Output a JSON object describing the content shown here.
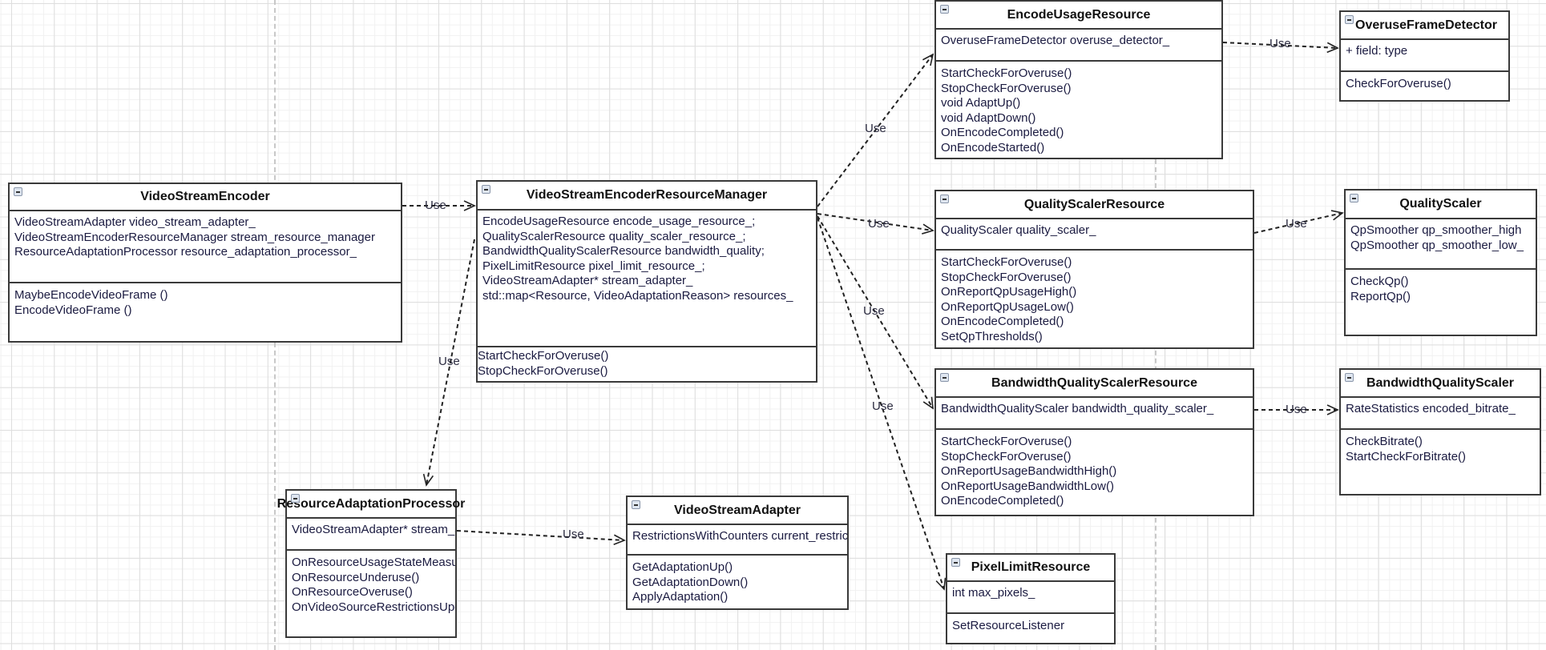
{
  "relation_label": "Use",
  "classes": {
    "video_stream_encoder": {
      "name": "VideoStreamEncoder",
      "attributes": [
        "VideoStreamAdapter  video_stream_adapter_",
        "VideoStreamEncoderResourceManager stream_resource_manager",
        "ResourceAdaptationProcessor  resource_adaptation_processor_"
      ],
      "operations": [
        "MaybeEncodeVideoFrame  ()",
        "EncodeVideoFrame  ()"
      ]
    },
    "resource_manager": {
      "name": "VideoStreamEncoderResourceManager",
      "attributes": [
        "EncodeUsageResource encode_usage_resource_;",
        " QualityScalerResource quality_scaler_resource_;",
        " BandwidthQualityScalerResource bandwidth_quality;",
        "PixelLimitResource pixel_limit_resource_;",
        "VideoStreamAdapter* stream_adapter_",
        "std::map<Resource,  VideoAdaptationReason> resources_"
      ],
      "operations": [
        "StartCheckForOveruse()",
        "StopCheckForOveruse()"
      ]
    },
    "encode_usage_resource": {
      "name": "EncodeUsageResource",
      "attributes": [
        "OveruseFrameDetector  overuse_detector_"
      ],
      "operations": [
        "StartCheckForOveruse()",
        "StopCheckForOveruse()",
        "  void AdaptUp()",
        "  void AdaptDown()",
        "OnEncodeCompleted()",
        "OnEncodeStarted()"
      ]
    },
    "overuse_frame_detector": {
      "name": "OveruseFrameDetector",
      "attributes": [
        "+ field: type"
      ],
      "operations": [
        "CheckForOveruse()"
      ]
    },
    "quality_scaler_resource": {
      "name": "QualityScalerResource",
      "attributes": [
        "QualityScaler  quality_scaler_"
      ],
      "operations": [
        "StartCheckForOveruse()",
        "StopCheckForOveruse()",
        "OnReportQpUsageHigh()",
        "OnReportQpUsageLow()",
        "OnEncodeCompleted()",
        "SetQpThresholds()"
      ]
    },
    "quality_scaler": {
      "name": "QualityScaler",
      "attributes": [
        "QpSmoother qp_smoother_high",
        "QpSmoother qp_smoother_low_"
      ],
      "operations": [
        "CheckQp()",
        "ReportQp()"
      ]
    },
    "bandwidth_quality_scaler_resource": {
      "name": "BandwidthQualityScalerResource",
      "attributes": [
        "BandwidthQualityScaler bandwidth_quality_scaler_"
      ],
      "operations": [
        "StartCheckForOveruse()",
        "StopCheckForOveruse()",
        "OnReportUsageBandwidthHigh()",
        "OnReportUsageBandwidthLow()",
        "OnEncodeCompleted()"
      ]
    },
    "bandwidth_quality_scaler": {
      "name": "BandwidthQualityScaler",
      "attributes": [
        "RateStatistics encoded_bitrate_"
      ],
      "operations": [
        "CheckBitrate()",
        "StartCheckForBitrate()"
      ]
    },
    "resource_adaptation_processor": {
      "name": "ResourceAdaptationProcessor",
      "attributes": [
        "VideoStreamAdapter*  stream_adapter_"
      ],
      "operations": [
        "OnResourceUsageStateMeasured()",
        "OnResourceUnderuse()",
        "OnResourceOveruse()",
        "OnVideoSourceRestrictionsUpdated()"
      ]
    },
    "video_stream_adapter": {
      "name": "VideoStreamAdapter",
      "attributes": [
        "RestrictionsWithCounters current_restrictions_"
      ],
      "operations": [
        "GetAdaptationUp()",
        "GetAdaptationDown()",
        "ApplyAdaptation()"
      ]
    },
    "pixel_limit_resource": {
      "name": "PixelLimitResource",
      "attributes": [
        "int  max_pixels_"
      ],
      "operations": [
        "SetResourceListener"
      ]
    }
  },
  "relations": [
    {
      "from": "VideoStreamEncoder",
      "to": "VideoStreamEncoderResourceManager",
      "label": "Use"
    },
    {
      "from": "VideoStreamEncoderResourceManager",
      "to": "ResourceAdaptationProcessor",
      "label": "Use"
    },
    {
      "from": "VideoStreamEncoderResourceManager",
      "to": "EncodeUsageResource",
      "label": "Use"
    },
    {
      "from": "VideoStreamEncoderResourceManager",
      "to": "QualityScalerResource",
      "label": "Use"
    },
    {
      "from": "VideoStreamEncoderResourceManager",
      "to": "BandwidthQualityScalerResource",
      "label": "Use"
    },
    {
      "from": "VideoStreamEncoderResourceManager",
      "to": "PixelLimitResource",
      "label": "Use"
    },
    {
      "from": "EncodeUsageResource",
      "to": "OveruseFrameDetector",
      "label": "Use"
    },
    {
      "from": "QualityScalerResource",
      "to": "QualityScaler",
      "label": "Use"
    },
    {
      "from": "BandwidthQualityScalerResource",
      "to": "BandwidthQualityScaler",
      "label": "Use"
    },
    {
      "from": "ResourceAdaptationProcessor",
      "to": "VideoStreamAdapter",
      "label": "Use"
    }
  ]
}
